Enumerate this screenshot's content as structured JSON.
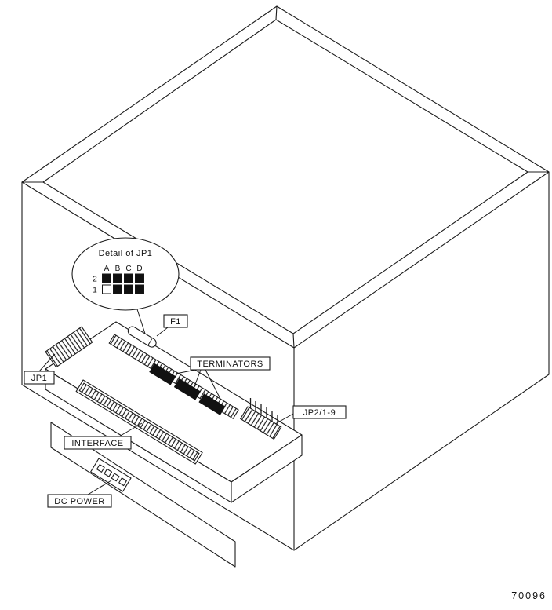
{
  "figure": {
    "part_number": "70096",
    "labels": {
      "f1": "F1",
      "terminators": "TERMINATORS",
      "jp1": "JP1",
      "jp2": "JP2/1-9",
      "interface": "INTERFACE",
      "dc_power": "DC POWER"
    },
    "detail": {
      "title": "Detail of JP1",
      "columns": [
        "A",
        "B",
        "C",
        "D"
      ],
      "rows": [
        "2",
        "1"
      ],
      "jumpers": [
        [
          1,
          1,
          1,
          1
        ],
        [
          0,
          1,
          1,
          1
        ]
      ]
    },
    "colors": {
      "line": "#1c1c1c",
      "component": "#111111",
      "fill": "#ffffff"
    }
  }
}
